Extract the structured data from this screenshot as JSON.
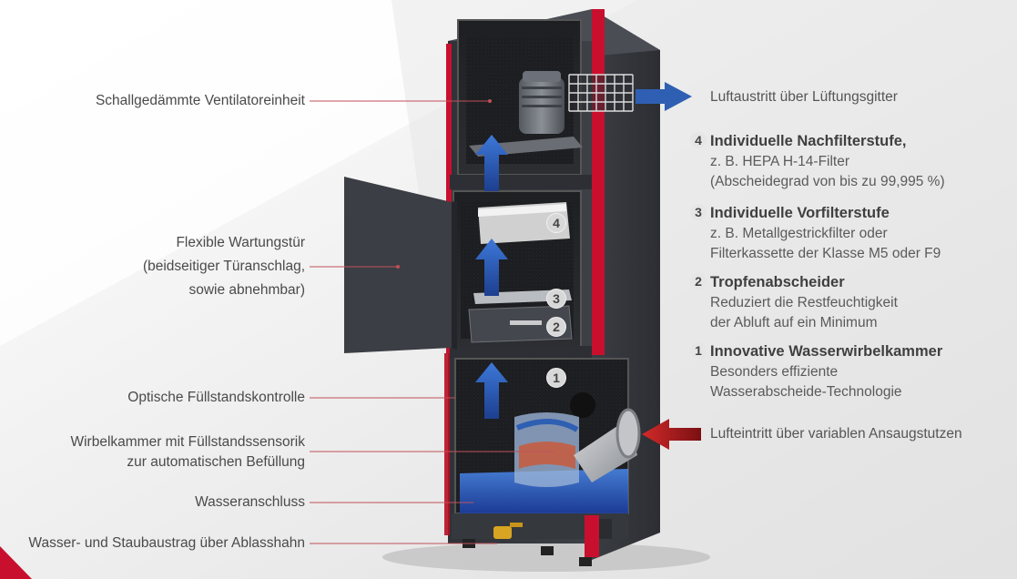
{
  "left_labels": {
    "fan_unit": "Schallgedämmte Ventilatoreinheit",
    "door_line1": "Flexible Wartungstür",
    "door_line2": "(beidseitiger Türanschlag,",
    "door_line3": "sowie abnehmbar)",
    "level_control": "Optische Füllstandskontrolle",
    "vortex_line1": "Wirbelkammer mit Füllstandssensorik",
    "vortex_line2": "zur automatischen Befüllung",
    "water_connection": "Wasseranschluss",
    "drain": "Wasser- und Staubaustrag über Ablasshahn"
  },
  "right_labels": {
    "air_outlet": "Luftaustritt über Lüftungsgitter",
    "air_inlet": "Lufteintritt über variablen Ansaugstutzen"
  },
  "steps": [
    {
      "num": "4",
      "title": "Individuelle Nachfilterstufe,",
      "line1": "z. B. HEPA H-14-Filter",
      "line2": "(Abscheidegrad von bis zu 99,995 %)"
    },
    {
      "num": "3",
      "title": "Individuelle Vorfilterstufe",
      "line1": "z. B. Metallgestrickfilter oder",
      "line2": "Filterkassette der Klasse M5 oder F9"
    },
    {
      "num": "2",
      "title": "Tropfenabscheider",
      "line1": "Reduziert die Restfeuchtigkeit",
      "line2": "der Abluft auf ein Minimum"
    },
    {
      "num": "1",
      "title": "Innovative Wasserwirbelkammer",
      "line1": "Besonders effiziente",
      "line2": "Wasserabscheide-Technologie"
    }
  ],
  "machine_badges": [
    "4",
    "3",
    "2",
    "1"
  ],
  "colors": {
    "accent_red": "#c8102e",
    "cabinet": "#3b3e44",
    "airflow_blue": "#2f5fb3",
    "leader_line": "#c0505a"
  }
}
